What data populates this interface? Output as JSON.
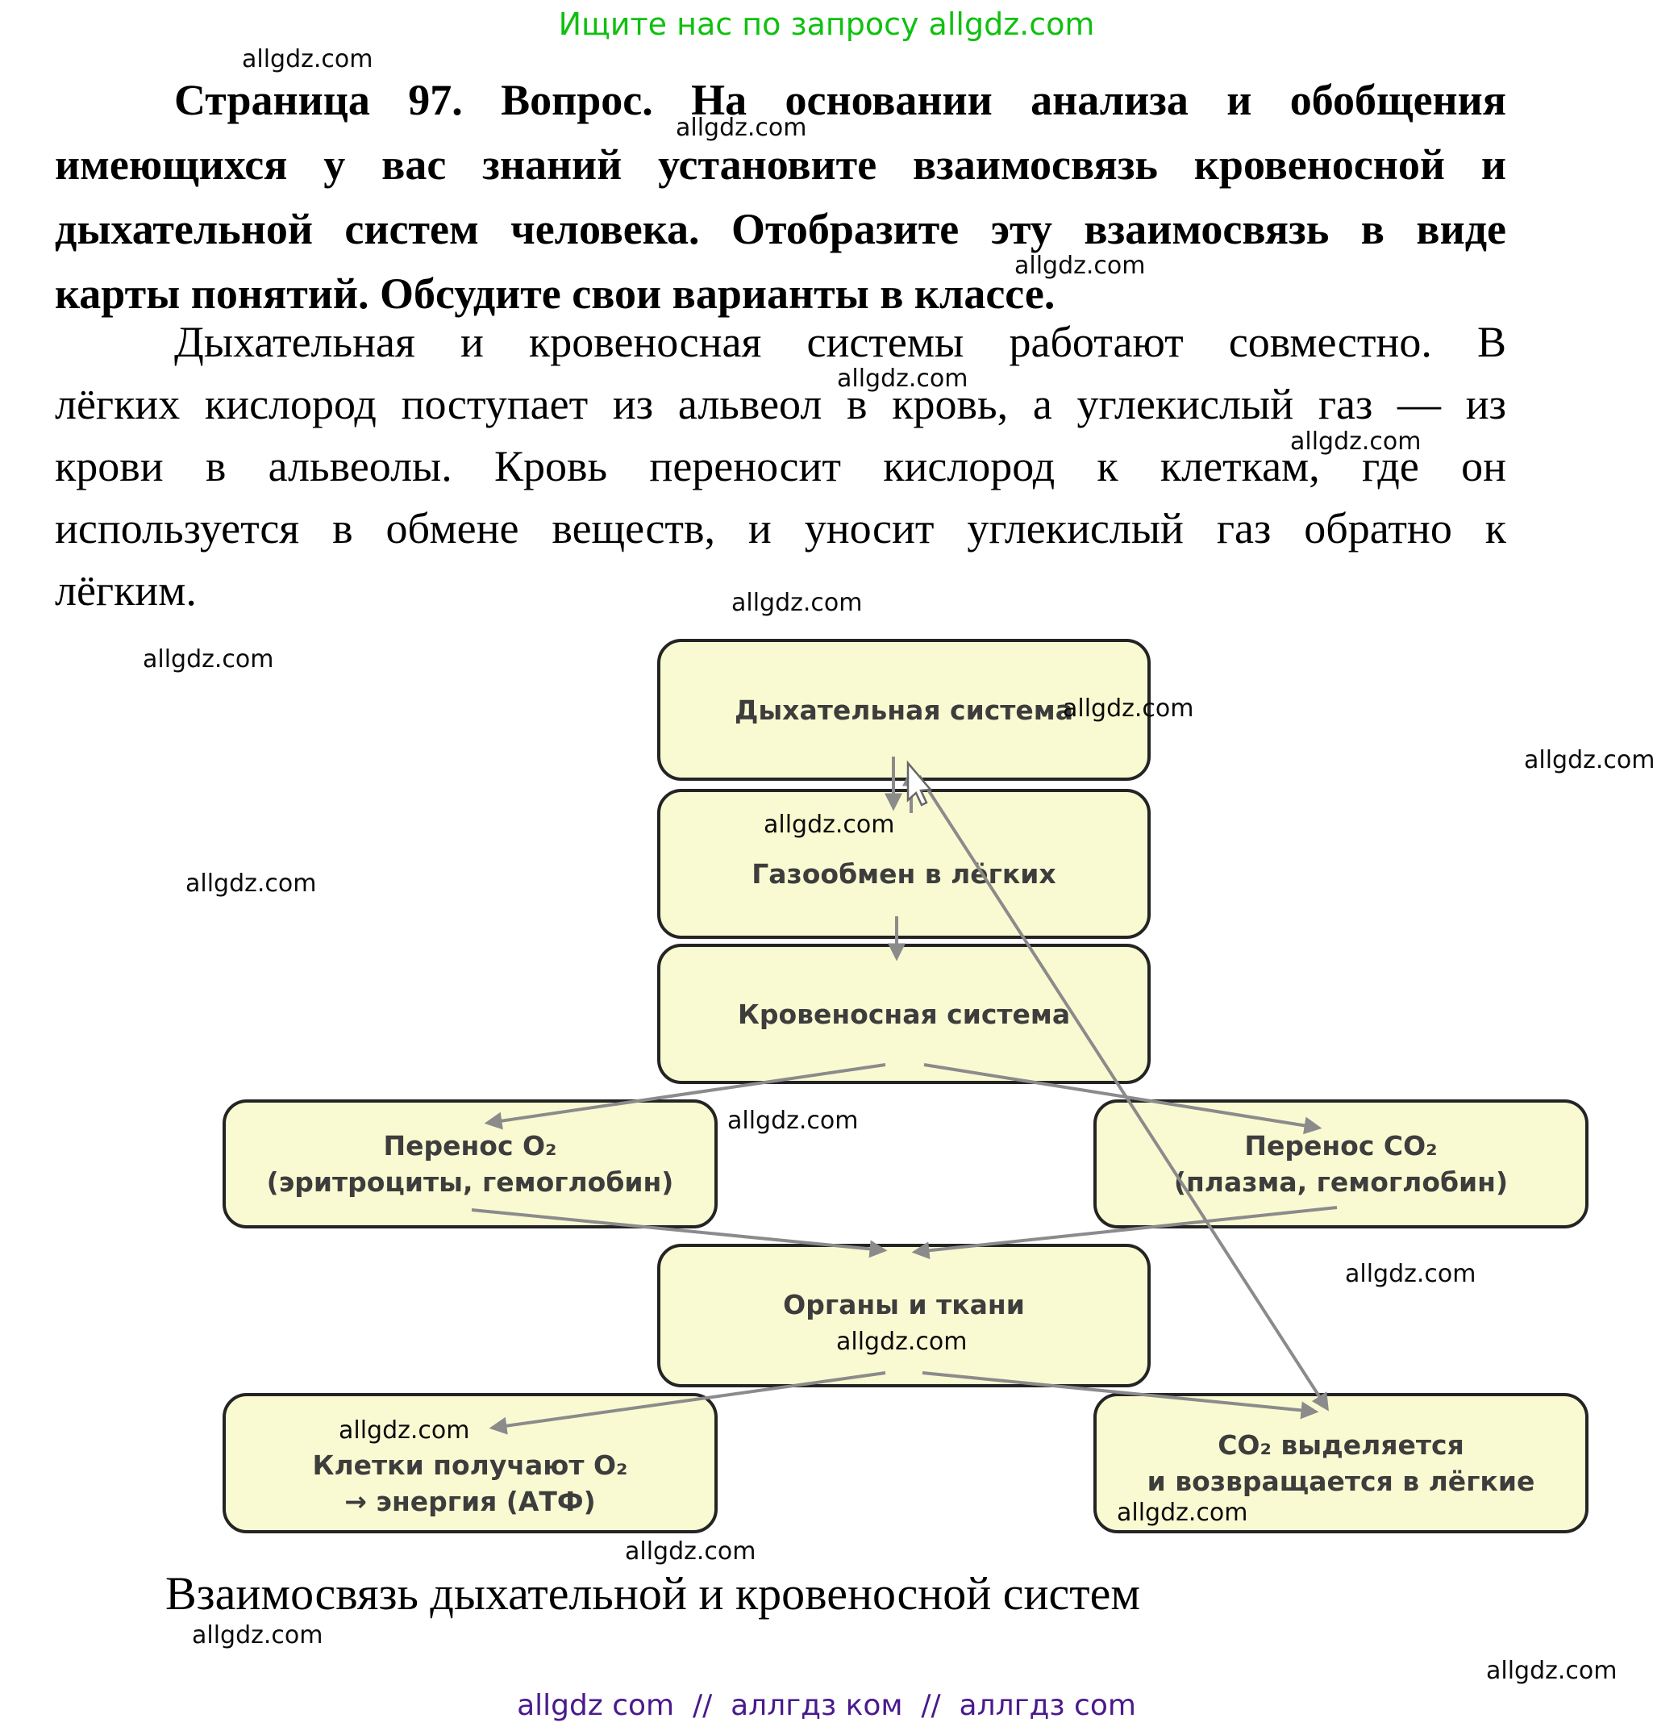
{
  "promo": {
    "text": "Ищите нас по запросу allgdz.com",
    "color": "#10c010"
  },
  "watermark": {
    "text": "allgdz.com"
  },
  "question": {
    "lines": [
      "Страница 97. Вопрос. На основании анализа и обобщения",
      "имеющихся у вас знаний установите взаимосвязь кровеносной и",
      "дыхательной систем человека. Отобразите эту взаимосвязь в виде",
      "карты понятий. Обсудите свои варианты в классе."
    ]
  },
  "answer": {
    "lines": [
      "Дыхательная и кровеносная системы работают совместно. В",
      "лёгких кислород поступает из альвеол в кровь, а углекислый газ — из",
      "крови в альвеолы. Кровь переносит кислород к клеткам, где он",
      "используется в обмене веществ, и уносит углекислый газ обратно к",
      "лёгким."
    ]
  },
  "diagram": {
    "nodes": {
      "respiratory": {
        "label": "Дыхательная система"
      },
      "gas_exchange": {
        "label": "Газообмен в лёгких"
      },
      "circulatory": {
        "label": "Кровеносная система"
      },
      "o2_transport": {
        "line1": "Перенос O₂",
        "line2": "(эритроциты, гемоглобин)"
      },
      "co2_transport": {
        "line1": "Перенос CO₂",
        "line2": "(плазма, гемоглобин)"
      },
      "organs_tissues": {
        "label": "Органы и ткани"
      },
      "cells_energy": {
        "line1": "Клетки получают O₂",
        "line2": "→ энергия (АТФ)"
      },
      "co2_release": {
        "line1": "CO₂ выделяется",
        "line2": "и возвращается в лёгкие"
      }
    },
    "caption": "Взаимосвязь дыхательной и кровеносной систем"
  },
  "footer": {
    "text": "allgdz com  //  аллгдз ком  //  аллгдз com",
    "color": "#4a1a8c"
  },
  "colors": {
    "node_fill": "#fafad2",
    "node_border": "#242424",
    "node_text": "#3d3d3d",
    "arrow_gray": "#8b8b8b",
    "promo_green": "#10c010",
    "footer_purple": "#4a1a8c"
  }
}
